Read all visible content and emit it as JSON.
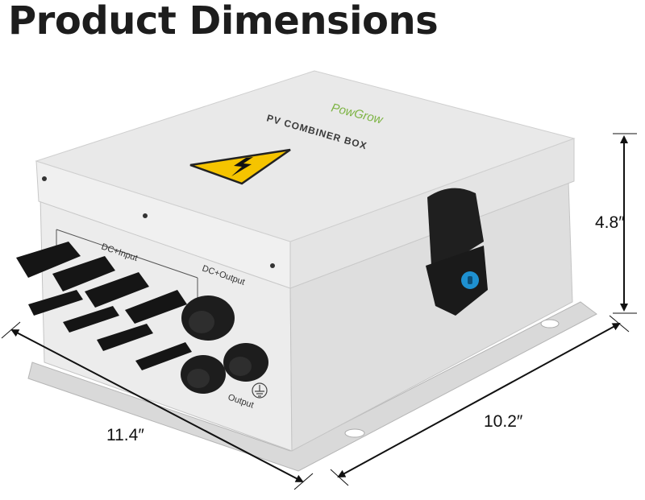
{
  "title": "Product Dimensions",
  "product": {
    "brand": "PowGrow",
    "name": "PV COMBINER BOX",
    "labels": {
      "dc_input": "DC+Input",
      "dc_output": "DC+Output",
      "output": "Output"
    }
  },
  "dimensions": {
    "length": "11.4″",
    "width": "10.2″",
    "height": "4.8″"
  },
  "colors": {
    "enclosure": "#e8e8e8",
    "warning": "#f5c400",
    "latch": "#1a1a1a",
    "lock": "#1e90d0",
    "logo": "#7cb342"
  },
  "icons": [
    "warning-triangle-icon",
    "ground-icon",
    "lightning-bolt-icon"
  ]
}
